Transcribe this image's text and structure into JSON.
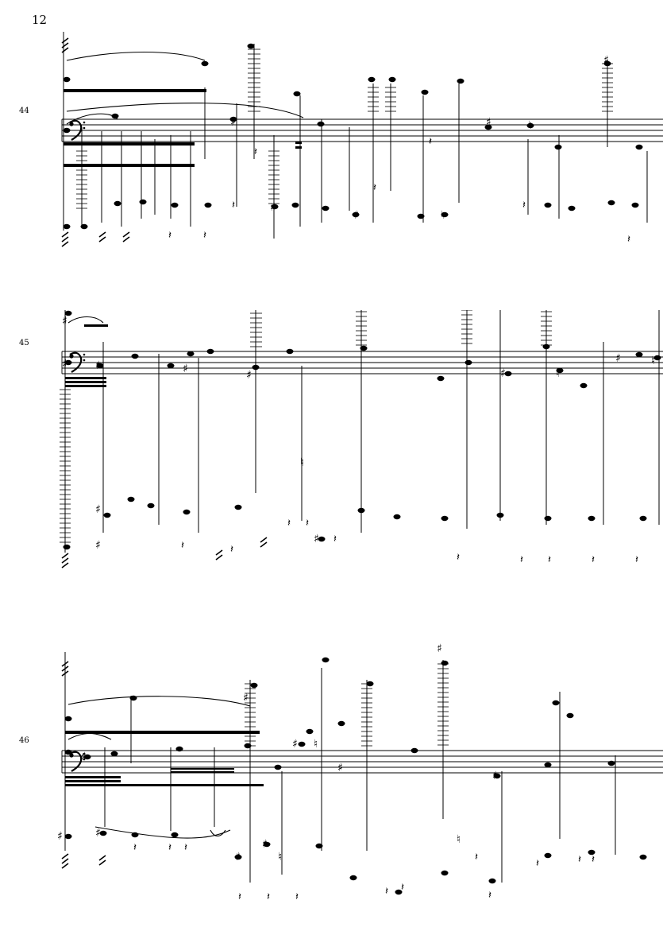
{
  "page": {
    "page_number": "12"
  },
  "systems": [
    {
      "measure_number": "44"
    },
    {
      "measure_number": "45"
    },
    {
      "measure_number": "46"
    }
  ],
  "colors": {
    "ink": "#000000",
    "paper": "#ffffff"
  },
  "icons": [
    "bass-clef-icon",
    "notehead-icon",
    "stem-icon",
    "beam-icon",
    "ledger-line-icon",
    "sharp-icon",
    "natural-icon",
    "rest-icon",
    "tie-icon",
    "slur-icon",
    "tremolo-icon"
  ]
}
